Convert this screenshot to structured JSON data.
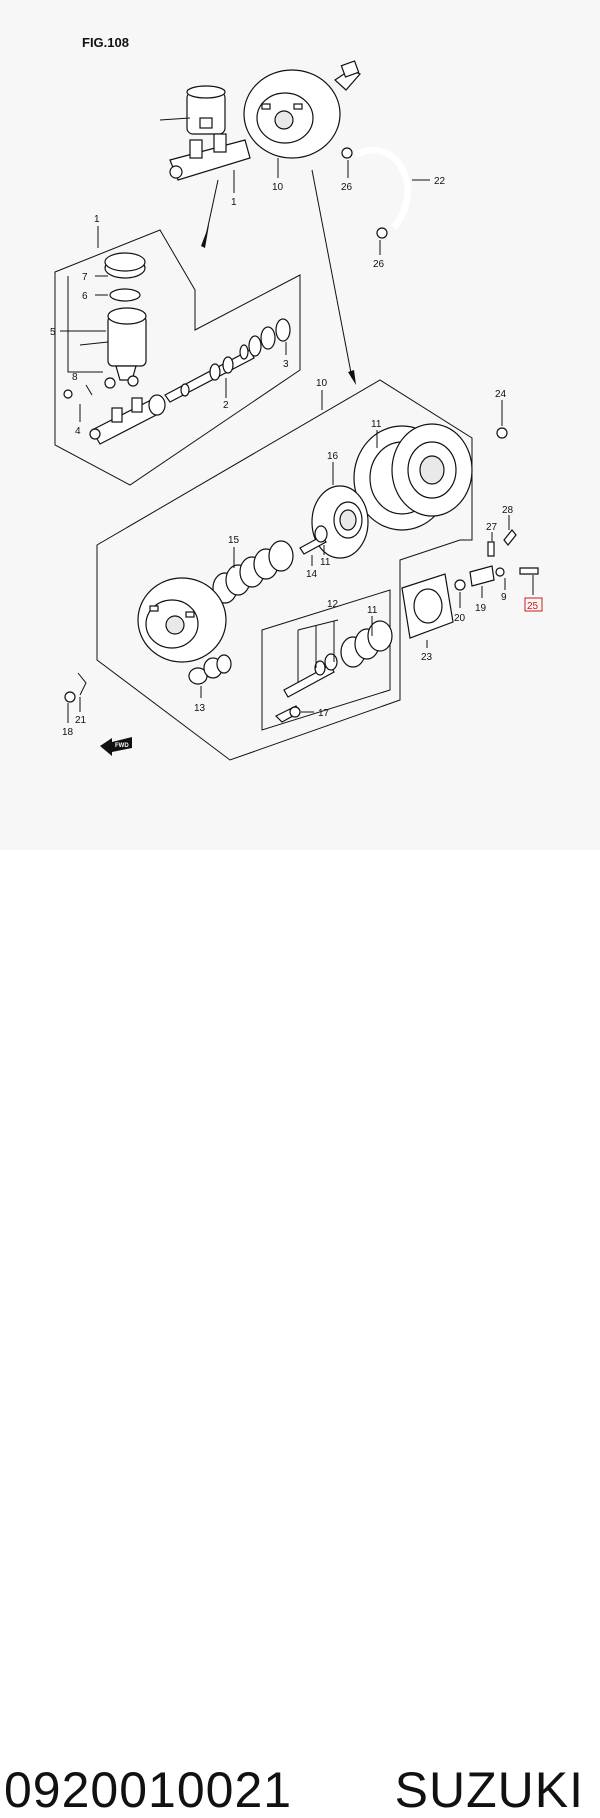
{
  "diagram": {
    "figure_label": "FIG.108",
    "part_labels": [
      "1",
      "1",
      "2",
      "3",
      "4",
      "5",
      "6",
      "7",
      "8",
      "9",
      "10",
      "10",
      "11",
      "11",
      "12",
      "13",
      "14",
      "15",
      "16",
      "17",
      "18",
      "19",
      "20",
      "21",
      "22",
      "23",
      "24",
      "26",
      "26",
      "27",
      "28"
    ],
    "highlighted_label": "25",
    "direction_marker": "FWD",
    "highlight_color": "#d01818"
  },
  "footer": {
    "part_number": "0920010021",
    "brand": "SUZUKI"
  }
}
